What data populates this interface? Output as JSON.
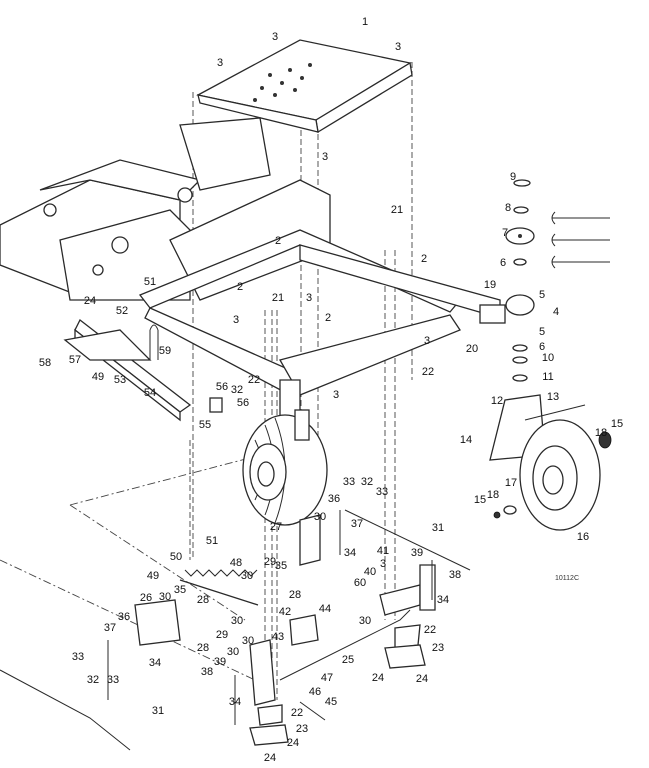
{
  "figure_ref": "10112C",
  "callouts": [
    "1",
    "3",
    "3",
    "3",
    "3",
    "9",
    "8",
    "7",
    "6",
    "5",
    "4",
    "5",
    "6",
    "10",
    "11",
    "19",
    "20",
    "21",
    "21",
    "2",
    "2",
    "2",
    "2",
    "3",
    "3",
    "3",
    "3",
    "51",
    "24",
    "52",
    "59",
    "58",
    "57",
    "49",
    "53",
    "54",
    "56",
    "32",
    "56",
    "55",
    "22",
    "22",
    "12",
    "13",
    "14",
    "15",
    "18",
    "17",
    "18",
    "15",
    "16",
    "33",
    "32",
    "33",
    "36",
    "37",
    "30",
    "27",
    "34",
    "31",
    "51",
    "50",
    "49",
    "48",
    "29",
    "30",
    "35",
    "28",
    "41",
    "3",
    "39",
    "40",
    "60",
    "38",
    "34",
    "30",
    "26",
    "30",
    "35",
    "28",
    "30",
    "29",
    "28",
    "36",
    "37",
    "42",
    "44",
    "43",
    "30",
    "30",
    "22",
    "23",
    "25",
    "24",
    "24",
    "33",
    "32",
    "33",
    "34",
    "39",
    "38",
    "47",
    "46",
    "34",
    "31",
    "45",
    "22",
    "23",
    "24",
    "24"
  ]
}
